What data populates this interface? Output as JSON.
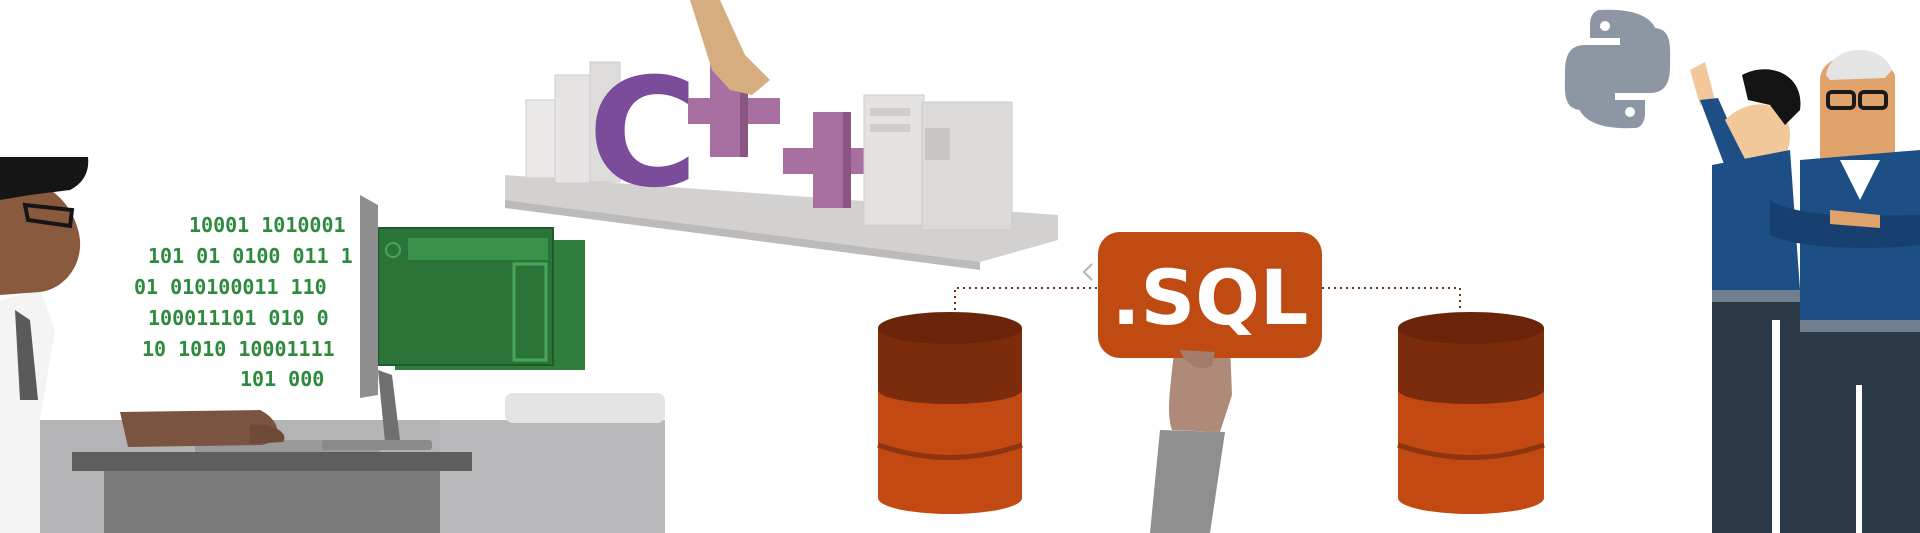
{
  "banner": {
    "binary_lines": [
      "10001 1010001",
      "101 01 0100 011 1",
      "01 010100011   110",
      "100011101  010 0",
      "10    1010  10001111",
      "101      000"
    ],
    "sql_label": ".SQL",
    "cpp_label": {
      "c": "C",
      "plus": "+"
    }
  },
  "colors": {
    "binary_green": "#2e8b3e",
    "screen_green": "#2f7d3c",
    "sql_orange": "#bf4a12",
    "db_dark": "#7a2c0c",
    "db_orange": "#c24a12",
    "cpp_purple": "#7a4c9a",
    "plus_mauve": "#a870a0",
    "python_gray": "#8c97a3",
    "navy": "#1d4e86",
    "slate": "#2b3947"
  },
  "icons": {
    "python_logo": "python-logo-icon",
    "database": "database-icon"
  }
}
